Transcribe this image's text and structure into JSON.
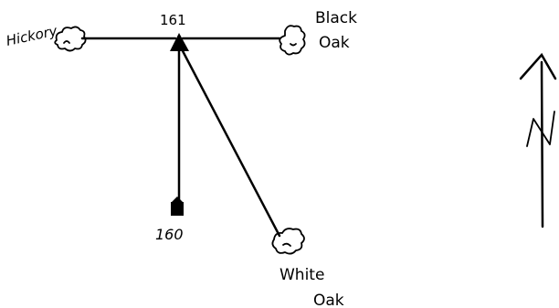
{
  "corners": {
    "main": "161",
    "south": "160"
  },
  "trees": {
    "west": "Hickory",
    "east_line1": "Black",
    "east_line2": "Oak",
    "southeast_line1": "White",
    "southeast_line2": "Oak"
  },
  "north_arrow": {
    "label": "N"
  }
}
